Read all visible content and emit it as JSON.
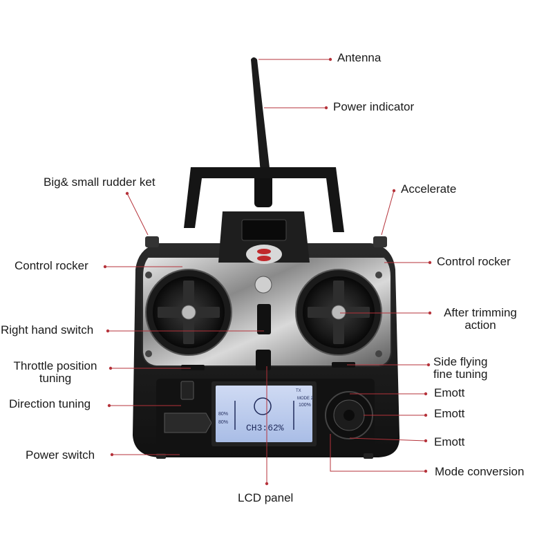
{
  "diagram": {
    "colors": {
      "leader_line": "#b5323a",
      "body": "#1c1c1c",
      "chrome": "#9a9a9a",
      "lcd": "#b9c9ea",
      "lcd_text": "#1f2a5a"
    },
    "labels": {
      "antenna": "Antenna",
      "power_indicator": "Power indicator",
      "rudder_key": "Big& small rudder ket",
      "accelerate": "Accelerate",
      "control_rocker_left": "Control rocker",
      "control_rocker_right": "Control rocker",
      "right_hand_switch": "Right hand switch",
      "after_trimming_line1": "After trimming",
      "after_trimming_line2": "action",
      "throttle_line1": "Throttle position",
      "throttle_line2": "tuning",
      "side_flying_line1": "Side flying",
      "side_flying_line2": "fine tuning",
      "direction_tuning": "Direction tuning",
      "emott_1": "Emott",
      "emott_2": "Emott",
      "emott_3": "Emott",
      "power_switch": "Power switch",
      "mode_conversion": "Mode conversion",
      "lcd_panel": "LCD panel"
    },
    "lcd": {
      "mode_text": "MODE 2",
      "pct_top_right": "100%",
      "pct_left_1": "80%",
      "pct_left_2": "80%",
      "channel_text": "CH3:62%",
      "tx_label": "TX"
    }
  }
}
